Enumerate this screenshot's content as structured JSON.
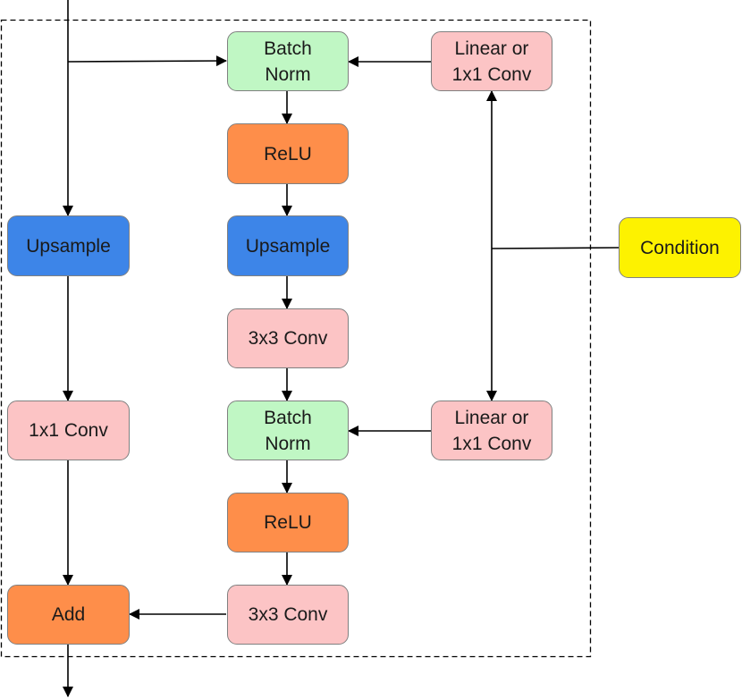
{
  "colors": {
    "norm": "#c0f7c4",
    "activation": "#fe8e4a",
    "upsample": "#3d85e8",
    "conv": "#fcc4c5",
    "condition": "#fdf200",
    "line": "#000000"
  },
  "nodes": {
    "bn1": "Batch\nNorm",
    "linear1": "Linear or\n1x1 Conv",
    "relu1": "ReLU",
    "upsample_main": "Upsample",
    "upsample_skip": "Upsample",
    "condition": "Condition",
    "conv3_1": "3x3 Conv",
    "conv1_skip": "1x1 Conv",
    "bn2": "Batch\nNorm",
    "linear2": "Linear or\n1x1 Conv",
    "relu2": "ReLU",
    "add": "Add",
    "conv3_2": "3x3 Conv"
  }
}
